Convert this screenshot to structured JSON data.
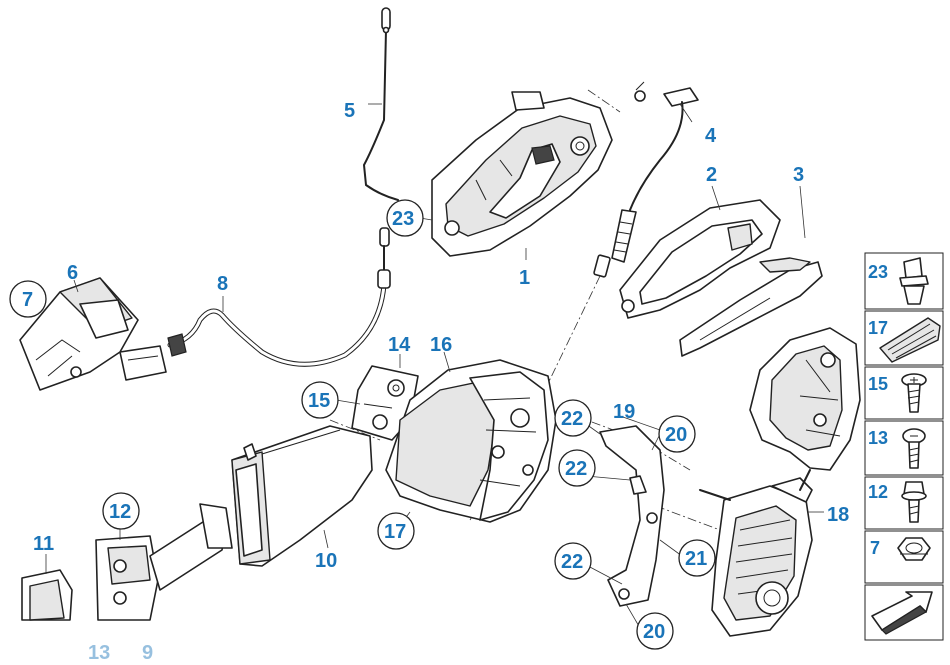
{
  "callouts": {
    "c1": "1",
    "c2": "2",
    "c3": "3",
    "c4": "4",
    "c5": "5",
    "c6": "6",
    "c7": "7",
    "c8": "8",
    "c10": "10",
    "c11": "11",
    "c12": "12",
    "c14": "14",
    "c15": "15",
    "c16": "16",
    "c17": "17",
    "c18": "18",
    "c19": "19",
    "c20a": "20",
    "c20b": "20",
    "c21": "21",
    "c22a": "22",
    "c22b": "22",
    "c22c": "22",
    "c23": "23",
    "c13cut": "13",
    "c9cut": "9"
  },
  "legend": {
    "items": [
      {
        "label": "23",
        "icon": "plug-clip-icon"
      },
      {
        "label": "17",
        "icon": "foam-pad-icon"
      },
      {
        "label": "15",
        "icon": "torx-screw-icon"
      },
      {
        "label": "13",
        "icon": "hex-screw-icon"
      },
      {
        "label": "12",
        "icon": "flange-bolt-icon"
      },
      {
        "label": "7",
        "icon": "hex-nut-icon"
      }
    ],
    "footer_icon": "arrow-icon"
  },
  "colors": {
    "callout": "#1a74b8",
    "line": "#222222"
  }
}
